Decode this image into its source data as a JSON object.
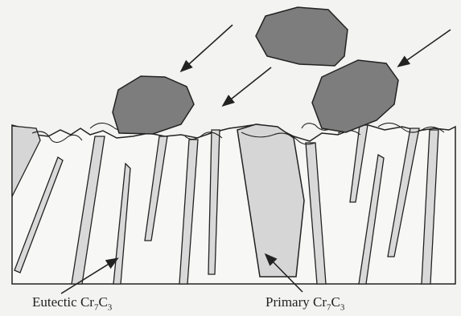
{
  "labels": {
    "eutectic": {
      "text": "Eutectic Cr",
      "sub1": "7",
      "mid": "C",
      "sub2": "3"
    },
    "primary": {
      "text": "Primary Cr",
      "sub1": "7",
      "mid": "C",
      "sub2": "3"
    }
  },
  "colors": {
    "background": "#f3f3f1",
    "particle": "#7d7d7d",
    "carbide": "#d6d6d6",
    "outline": "#222222"
  }
}
